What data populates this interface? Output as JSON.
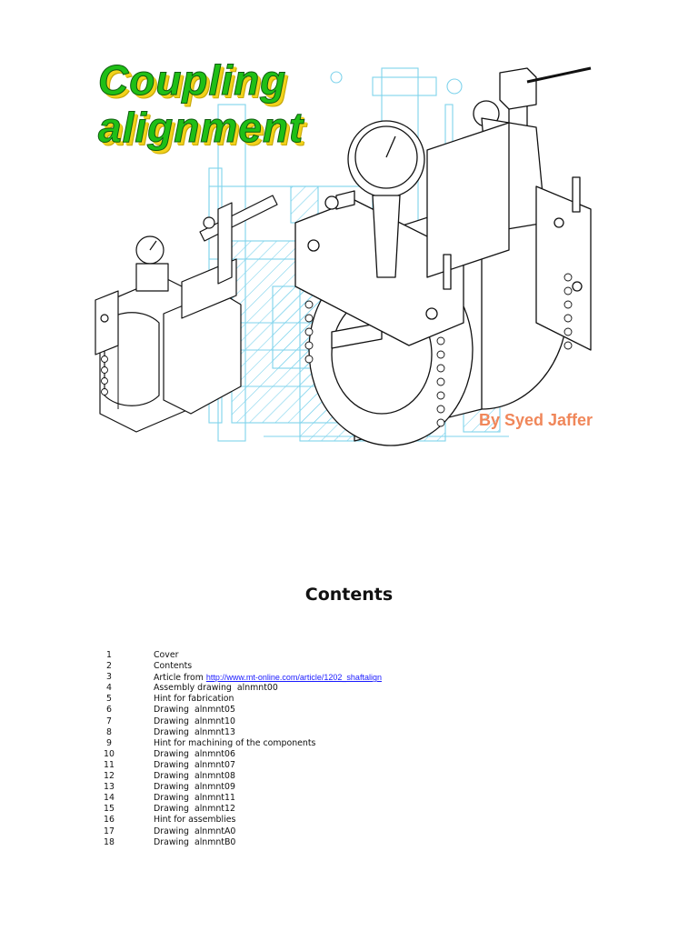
{
  "cover": {
    "title_lines": [
      "Coupling",
      "alignment"
    ],
    "author": "By Syed Jaffer"
  },
  "contents": {
    "heading": "Contents",
    "entries": [
      {
        "page": "1",
        "title": "Cover"
      },
      {
        "page": "2",
        "title": "Contents"
      },
      {
        "page": "3",
        "title": "Article from ",
        "link": "http://www.mt-online.com/article/1202_shaftalign"
      },
      {
        "page": "4",
        "title": "Assembly drawing  alnmnt00"
      },
      {
        "page": "5",
        "title": "Hint for fabrication"
      },
      {
        "page": "6",
        "title": "Drawing  alnmnt05"
      },
      {
        "page": "7",
        "title": "Drawing  alnmnt10"
      },
      {
        "page": "8",
        "title": "Drawing  alnmnt13"
      },
      {
        "page": "9",
        "title": "Hint for machining of the components"
      },
      {
        "page": "10",
        "title": "Drawing  alnmnt06"
      },
      {
        "page": "11",
        "title": "Drawing  alnmnt07"
      },
      {
        "page": "12",
        "title": "Drawing  alnmnt08"
      },
      {
        "page": "13",
        "title": "Drawing  alnmnt09"
      },
      {
        "page": "14",
        "title": "Drawing  alnmnt11"
      },
      {
        "page": "15",
        "title": "Drawing  alnmnt12"
      },
      {
        "page": "16",
        "title": "Hint for assemblies"
      },
      {
        "page": "17",
        "title": "Drawing  alnmntA0"
      },
      {
        "page": "18",
        "title": "Drawing  alnmntB0"
      }
    ]
  },
  "colors": {
    "title_fill": "#1fbf16",
    "title_shadow": "#f2d21b",
    "author": "#f0875a",
    "blueprint": "#7fd3ec",
    "link": "#1a1aff"
  }
}
